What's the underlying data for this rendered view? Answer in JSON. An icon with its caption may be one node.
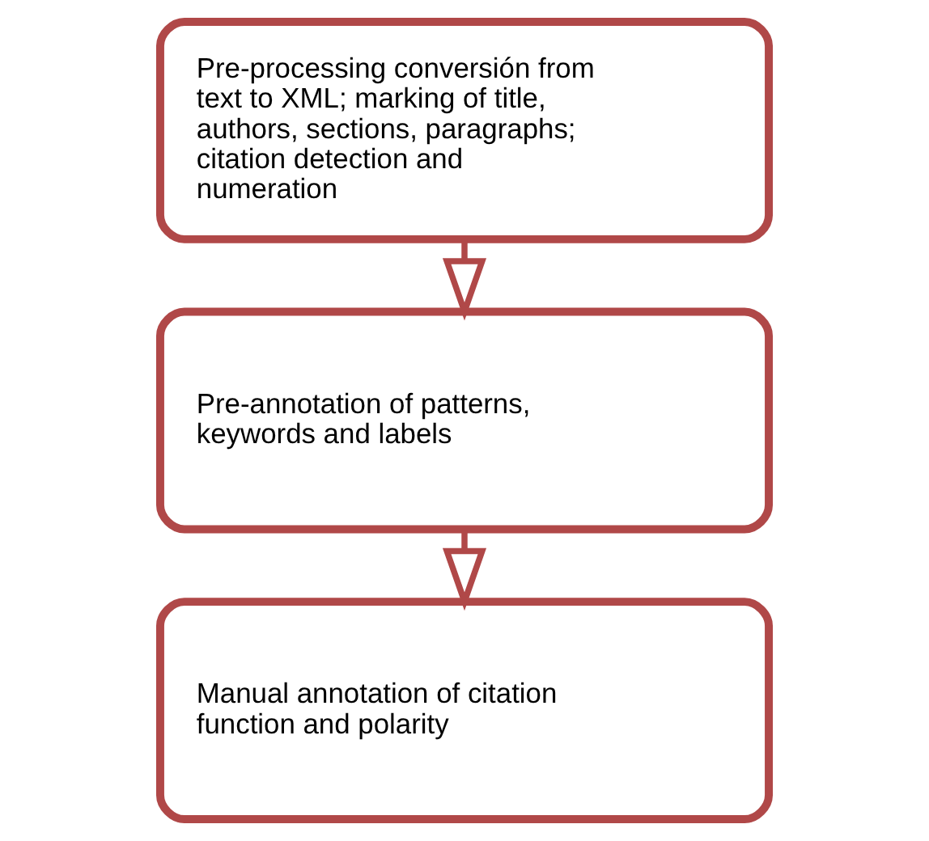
{
  "diagram": {
    "nodes": [
      {
        "text": [
          "Pre-processing conversión from text to XML; marking of title, authors, sections, paragraphs; citation detection and numeration"
        ]
      },
      {
        "text": [
          "Pre-annotation of patterns, keywords and labels"
        ]
      },
      {
        "text": [
          "Manual annotation of citation function and polarity"
        ]
      }
    ],
    "edges": [
      {
        "from": 0,
        "to": 1,
        "arrow": "to"
      },
      {
        "from": 1,
        "to": 2,
        "arrow": "to"
      }
    ]
  }
}
